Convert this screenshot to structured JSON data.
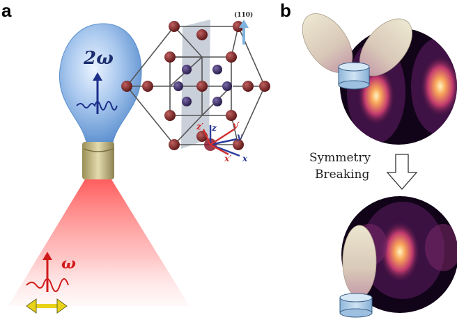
{
  "panels": {
    "a": "a",
    "b": "b"
  },
  "bulb_label": "2ω",
  "beam_label": "ω",
  "miller_index": "(110)",
  "axes": {
    "x": "x",
    "y": "y",
    "z": "z",
    "xp": "x′",
    "yp": "y′",
    "zp": "z′"
  },
  "symmetry": {
    "line1": "Symmetry",
    "line2": "Breaking"
  },
  "colors": {
    "bulb": "#8eb6e6",
    "beam": "#ff7777",
    "atom_maroon": "#7a2424",
    "atom_purple": "#3c2a6e",
    "arrow_blue": "#7fb2dc"
  }
}
